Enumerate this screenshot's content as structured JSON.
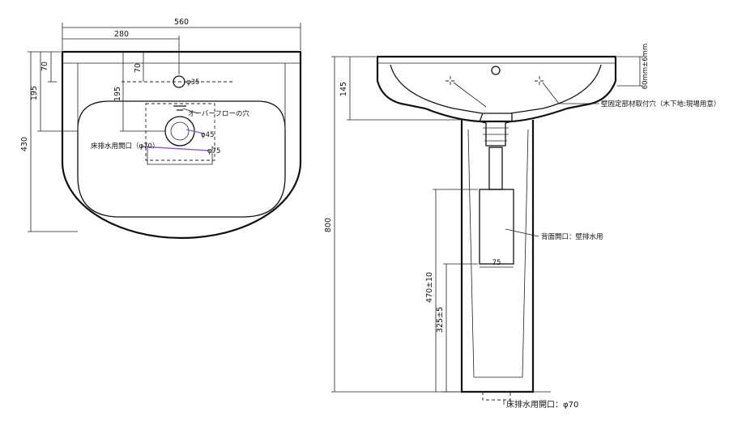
{
  "plan_view": {
    "dim_width_total": "560",
    "dim_half_width": "280",
    "dim_depth_total": "430",
    "dim_back_to_tap": "70",
    "dim_back_to_drain": "195",
    "dim_tap_to_drain": "70",
    "dim_drain_from_back": "195",
    "tap_hole_label": "φ35",
    "overflow_label": "オーバーフローの穴",
    "drain_label": "φ45",
    "floor_opening_label": "床排水用開口（φ70）",
    "floor_opening_size": "φ75"
  },
  "front_view": {
    "dim_total_height": "800",
    "dim_rim_height": "145",
    "dim_wall_fixing": "60mm±6mm",
    "wall_fixing_label": "壁固定部材取付穴（木下地:現場用意）",
    "back_opening_label": "背面開口：壁排水用",
    "back_opening_width": "75",
    "dim_470": "470±10",
    "dim_325": "325±5",
    "floor_drain_label": "床排水用開口：φ70"
  }
}
